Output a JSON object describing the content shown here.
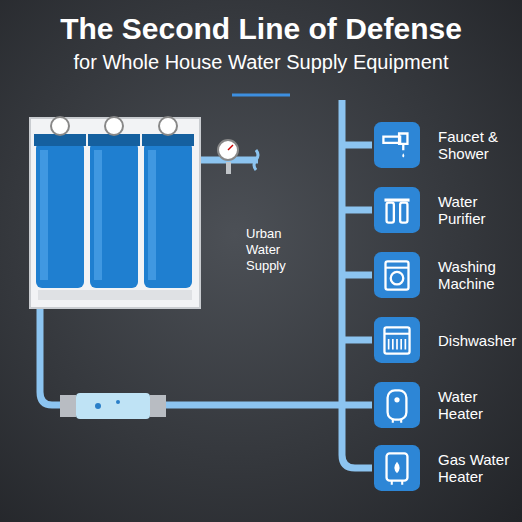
{
  "diagram": {
    "title": "The Second Line of Defense",
    "nodes": [
      {
        "text": [
          "Faucet & Shower"
        ]
      },
      {
        "text": [
          "Water Purifier"
        ]
      },
      {
        "text": [
          "Washing Machine"
        ]
      },
      {
        "text": [
          "Dishwasher"
        ]
      },
      {
        "text": [
          "Water Heater"
        ]
      },
      {
        "text": [
          "Gas Water Heater"
        ]
      }
    ],
    "labels": [
      "for Whole House Water Supply Equipment",
      "Urban Water Supply"
    ]
  }
}
